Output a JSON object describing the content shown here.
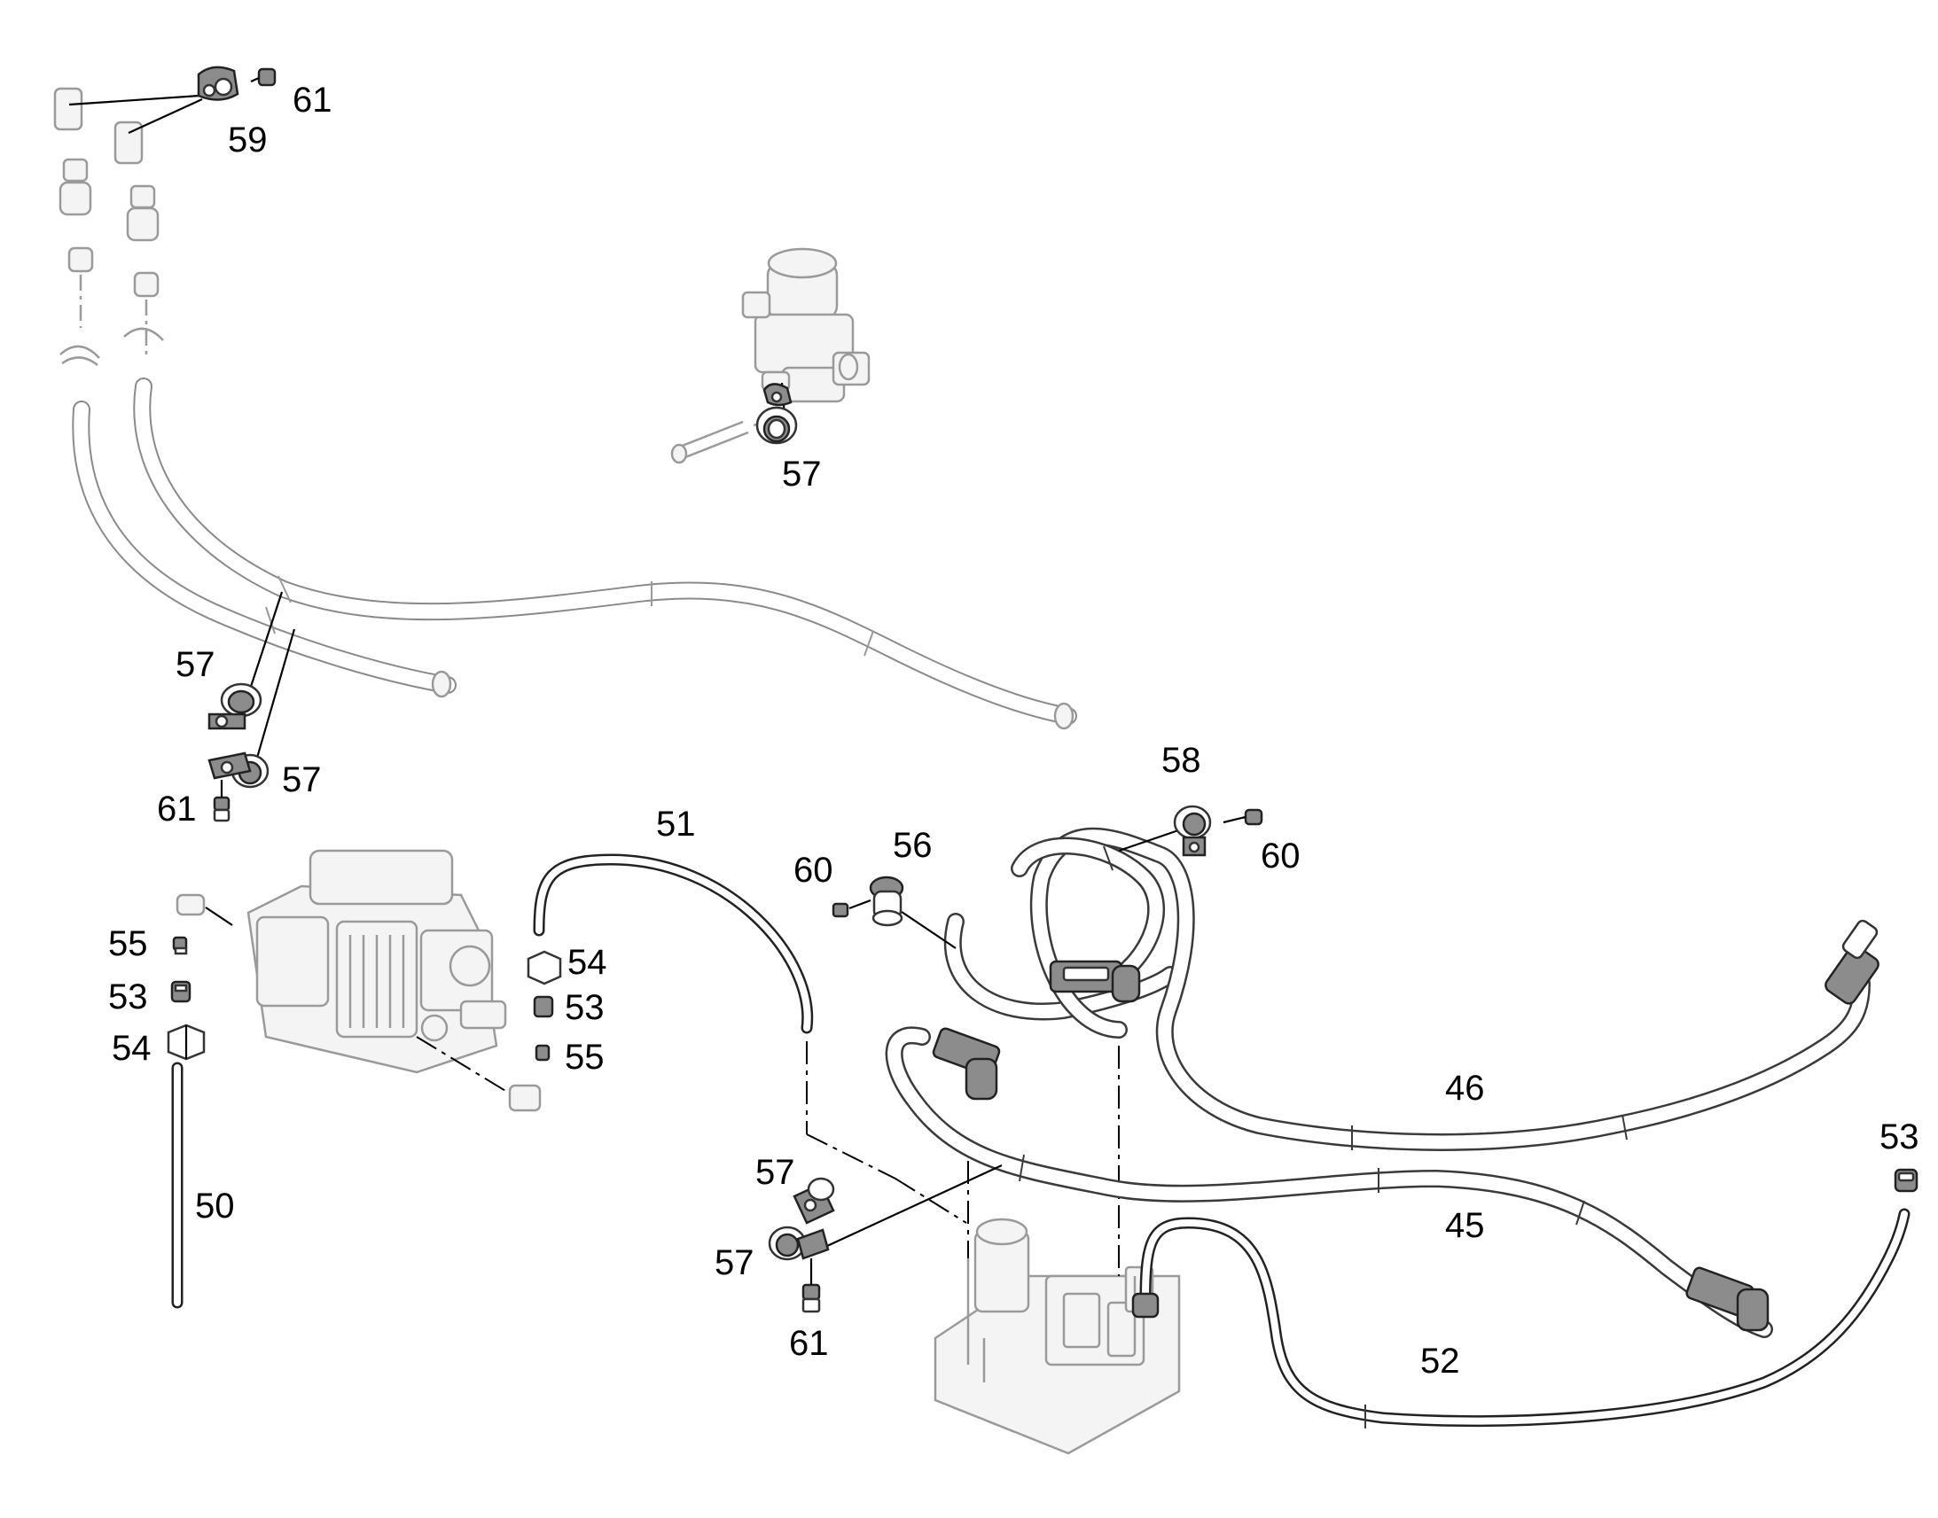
{
  "callouts": [
    {
      "id": "c61a",
      "text": "61"
    },
    {
      "id": "c59",
      "text": "59"
    },
    {
      "id": "c57a",
      "text": "57"
    },
    {
      "id": "c57b",
      "text": "57"
    },
    {
      "id": "c57c",
      "text": "57"
    },
    {
      "id": "c61b",
      "text": "61"
    },
    {
      "id": "c58",
      "text": "58"
    },
    {
      "id": "c60a",
      "text": "60"
    },
    {
      "id": "c56",
      "text": "56"
    },
    {
      "id": "c60b",
      "text": "60"
    },
    {
      "id": "c51",
      "text": "51"
    },
    {
      "id": "c55a",
      "text": "55"
    },
    {
      "id": "c53a",
      "text": "53"
    },
    {
      "id": "c54a",
      "text": "54"
    },
    {
      "id": "c54b",
      "text": "54"
    },
    {
      "id": "c53b",
      "text": "53"
    },
    {
      "id": "c55b",
      "text": "55"
    },
    {
      "id": "c46",
      "text": "46"
    },
    {
      "id": "c53c",
      "text": "53"
    },
    {
      "id": "c50",
      "text": "50"
    },
    {
      "id": "c57d",
      "text": "57"
    },
    {
      "id": "c45",
      "text": "45"
    },
    {
      "id": "c57e",
      "text": "57"
    },
    {
      "id": "c61c",
      "text": "61"
    },
    {
      "id": "c52",
      "text": "52"
    }
  ]
}
